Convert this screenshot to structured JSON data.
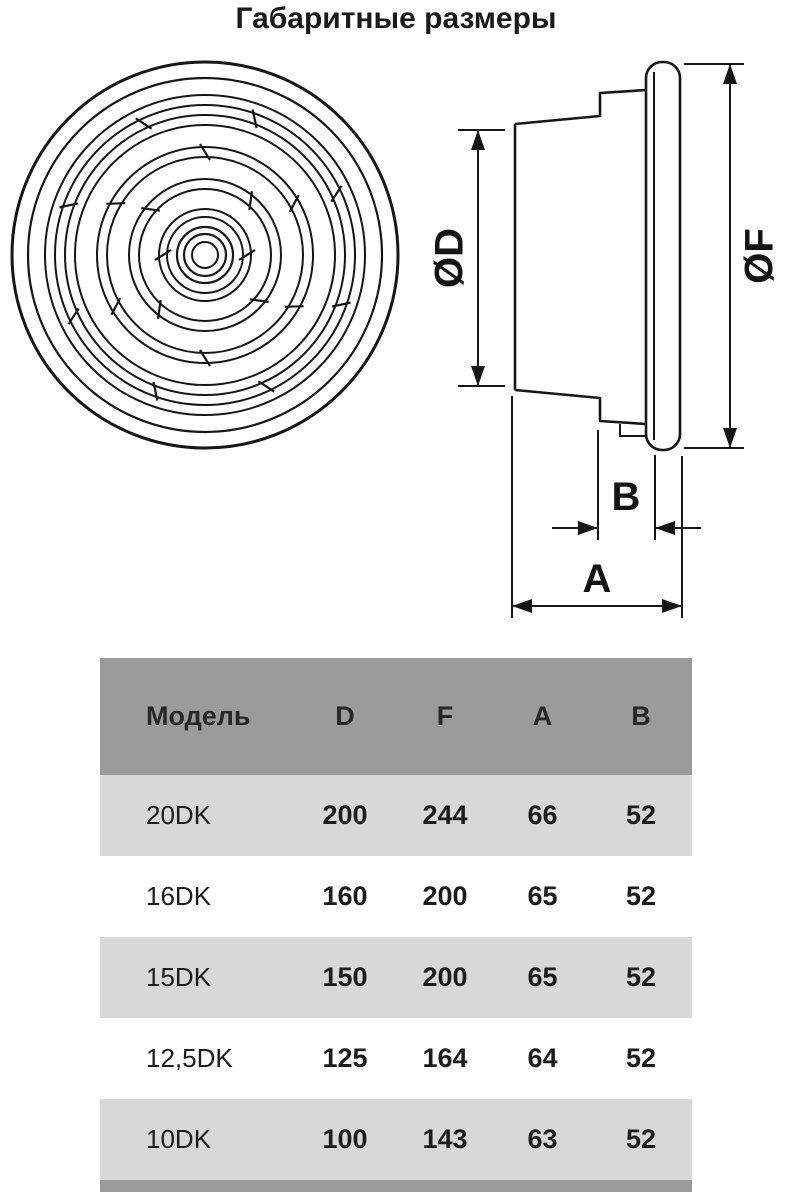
{
  "title": "Габаритные размеры",
  "diagram": {
    "labels": {
      "d": "ØD",
      "f": "ØF",
      "b": "B",
      "a": "A"
    }
  },
  "table": {
    "headers": [
      "Модель",
      "D",
      "F",
      "A",
      "B"
    ],
    "rows": [
      {
        "model": "20DK",
        "d": "200",
        "f": "244",
        "a": "66",
        "b": "52"
      },
      {
        "model": "16DK",
        "d": "160",
        "f": "200",
        "a": "65",
        "b": "52"
      },
      {
        "model": "15DK",
        "d": "150",
        "f": "200",
        "a": "65",
        "b": "52"
      },
      {
        "model": "12,5DK",
        "d": "125",
        "f": "164",
        "a": "64",
        "b": "52"
      },
      {
        "model": "10DK",
        "d": "100",
        "f": "143",
        "a": "63",
        "b": "52"
      }
    ]
  },
  "colors": {
    "header_gray": "#9b9b9b",
    "row_gray": "#d8d8d8",
    "line_black": "#161616"
  }
}
